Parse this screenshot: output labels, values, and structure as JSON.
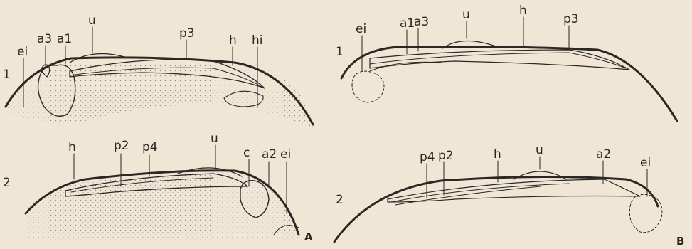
{
  "panel_A": {
    "letter": "A",
    "view_1": {
      "number": "1",
      "labels": {
        "ei": "ei",
        "a3": "a3",
        "a1": "a1",
        "u": "u",
        "p3": "p3",
        "h": "h",
        "hi": "hi"
      }
    },
    "view_2": {
      "number": "2",
      "labels": {
        "h": "h",
        "p2": "p2",
        "p4": "p4",
        "u": "u",
        "c": "c",
        "a2": "a2",
        "ei": "ei"
      }
    }
  },
  "panel_B": {
    "letter": "B",
    "view_1": {
      "number": "1",
      "labels": {
        "ei": "ei",
        "a1": "a1",
        "a3": "a3",
        "u": "u",
        "h": "h",
        "p3": "p3"
      }
    },
    "view_2": {
      "number": "2",
      "labels": {
        "p4": "p4",
        "p2": "p2",
        "h": "h",
        "u": "u",
        "a2": "a2",
        "ei": "ei"
      }
    }
  }
}
